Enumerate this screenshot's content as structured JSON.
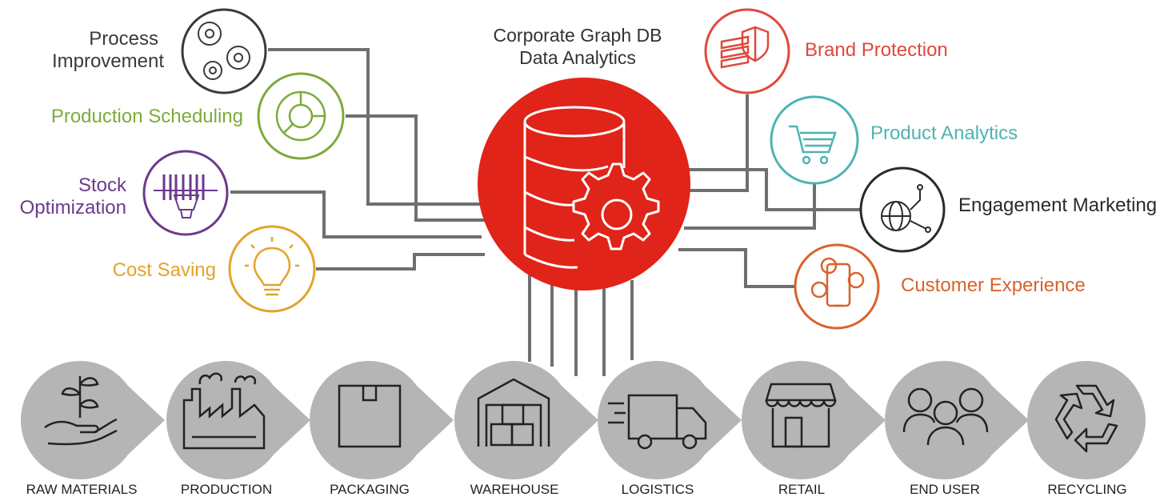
{
  "center": {
    "title_line1": "Corporate Graph DB",
    "title_line2": "Data Analytics",
    "color": "#e02419"
  },
  "left_nodes": [
    {
      "id": "process-improvement",
      "line1": "Process",
      "line2": "Improvement",
      "color": "#3a3a3a",
      "icon": "gears-icon"
    },
    {
      "id": "production-scheduling",
      "line1": "Production Scheduling",
      "line2": "",
      "color": "#7cab3a",
      "icon": "pie-chart-icon"
    },
    {
      "id": "stock-optimization",
      "line1": "Stock",
      "line2": "Optimization",
      "color": "#6b3a8c",
      "icon": "barcode-scanner-icon"
    },
    {
      "id": "cost-saving",
      "line1": "Cost Saving",
      "line2": "",
      "color": "#e3a32a",
      "icon": "lightbulb-icon"
    }
  ],
  "right_nodes": [
    {
      "id": "brand-protection",
      "label": "Brand Protection",
      "color": "#e0483b",
      "icon": "shield-stack-icon"
    },
    {
      "id": "product-analytics",
      "label": "Product Analytics",
      "color": "#4fb3b3",
      "icon": "shopping-cart-icon"
    },
    {
      "id": "engagement-marketing",
      "label": "Engagement Marketing",
      "color": "#2a2a2a",
      "icon": "globe-network-icon"
    },
    {
      "id": "customer-experience",
      "label": "Customer Experience",
      "color": "#d9622b",
      "icon": "mobile-payment-icon"
    }
  ],
  "chain": [
    {
      "label": "RAW MATERIALS",
      "icon": "plant-hand-icon"
    },
    {
      "label": "PRODUCTION",
      "icon": "factory-icon"
    },
    {
      "label": "PACKAGING",
      "icon": "box-icon"
    },
    {
      "label": "WAREHOUSE",
      "icon": "warehouse-icon"
    },
    {
      "label": "LOGISTICS",
      "icon": "truck-icon"
    },
    {
      "label": "RETAIL",
      "icon": "storefront-icon"
    },
    {
      "label": "END USER",
      "icon": "people-icon"
    },
    {
      "label": "RECYCLING",
      "icon": "recycle-icon"
    }
  ],
  "connector_color": "#6f6f6f",
  "chain_fill": "#b5b5b5"
}
